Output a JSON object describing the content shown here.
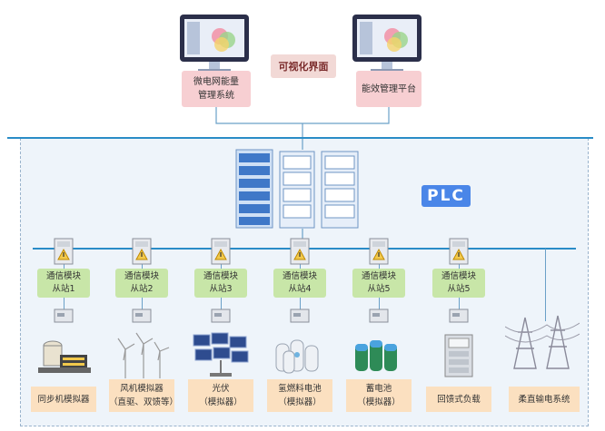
{
  "top": {
    "title_label": "可视化界面",
    "left_system_lines": [
      "微电网能量",
      "管理系统"
    ],
    "right_system_label": "能效管理平台"
  },
  "plc_label": "PLC",
  "stations": [
    {
      "module_line1": "通信模块",
      "module_line2": "从站1",
      "device_lines": [
        "同步机模拟器"
      ],
      "device_icon": "synchronous-generator-icon"
    },
    {
      "module_line1": "通信模块",
      "module_line2": "从站2",
      "device_lines": [
        "风机模拟器",
        "（直驱、双馈等）"
      ],
      "device_icon": "wind-turbine-icon"
    },
    {
      "module_line1": "通信模块",
      "module_line2": "从站3",
      "device_lines": [
        "光伏",
        "（模拟器）"
      ],
      "device_icon": "solar-panel-icon"
    },
    {
      "module_line1": "通信模块",
      "module_line2": "从站4",
      "device_lines": [
        "氢燃料电池",
        "（模拟器）"
      ],
      "device_icon": "hydrogen-fuel-cell-icon"
    },
    {
      "module_line1": "通信模块",
      "module_line2": "从站5",
      "device_lines": [
        "蓄电池",
        "（模拟器）"
      ],
      "device_icon": "battery-icon"
    },
    {
      "module_line1": "通信模块",
      "module_line2": "从站5",
      "device_lines": [
        "回馈式负载"
      ],
      "device_icon": "feedback-load-icon"
    }
  ],
  "extra_device": {
    "device_lines": [
      "柔直输电系统"
    ],
    "device_icon": "transmission-tower-icon"
  },
  "colors": {
    "bus_line": "#2a8cc7",
    "module_green": "#c8e6a8",
    "device_orange": "#fbe0c0",
    "plc_blue": "#4a86e8"
  }
}
